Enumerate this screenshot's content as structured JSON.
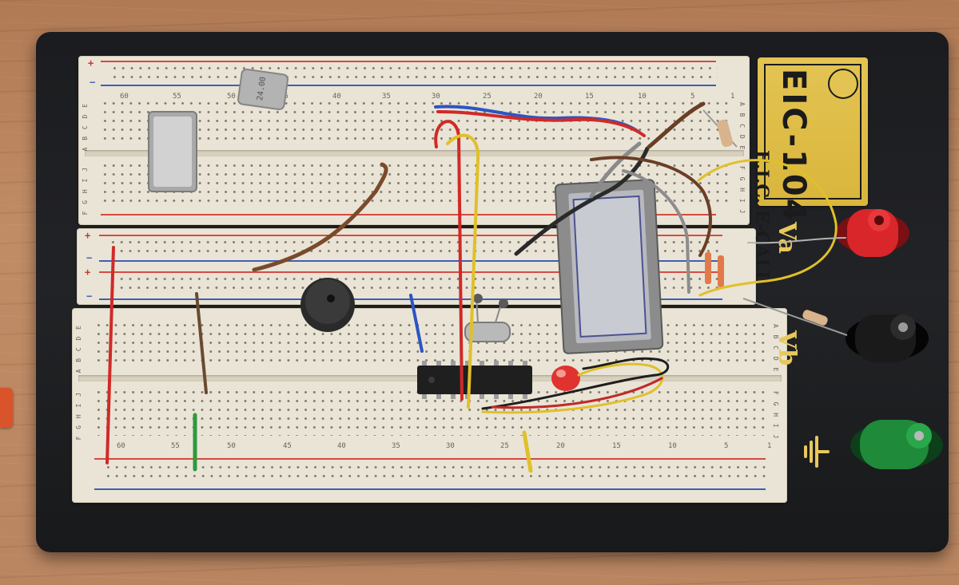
{
  "scene": {
    "brand_text": "E.I.C. E-CALL",
    "model_text": "EIC-104",
    "terminal_a_label": "Va",
    "terminal_b_label": "Vb",
    "ground_icon": "ground-symbol-icon",
    "row_letters_top": "A B C D E",
    "row_letters_bottom": "F G H I J",
    "column_numbers_top": [
      "60",
      "55",
      "50",
      "45",
      "40",
      "35",
      "30",
      "25",
      "20",
      "15",
      "10",
      "5",
      "1"
    ],
    "column_numbers_bottom": [
      "60",
      "55",
      "50",
      "45",
      "40",
      "35",
      "30",
      "25",
      "20",
      "15",
      "10",
      "5",
      "1"
    ],
    "crystal_marking": "24.00",
    "colors": {
      "base": "#1d1e21",
      "board": "#e9e4d6",
      "rail_red": "#d54a43",
      "rail_blue": "#3e5fb6",
      "label_plate": "#dfbd47",
      "post_red": "#d8262a",
      "post_black": "#1a1a1a",
      "post_green": "#1f8a3a"
    }
  }
}
